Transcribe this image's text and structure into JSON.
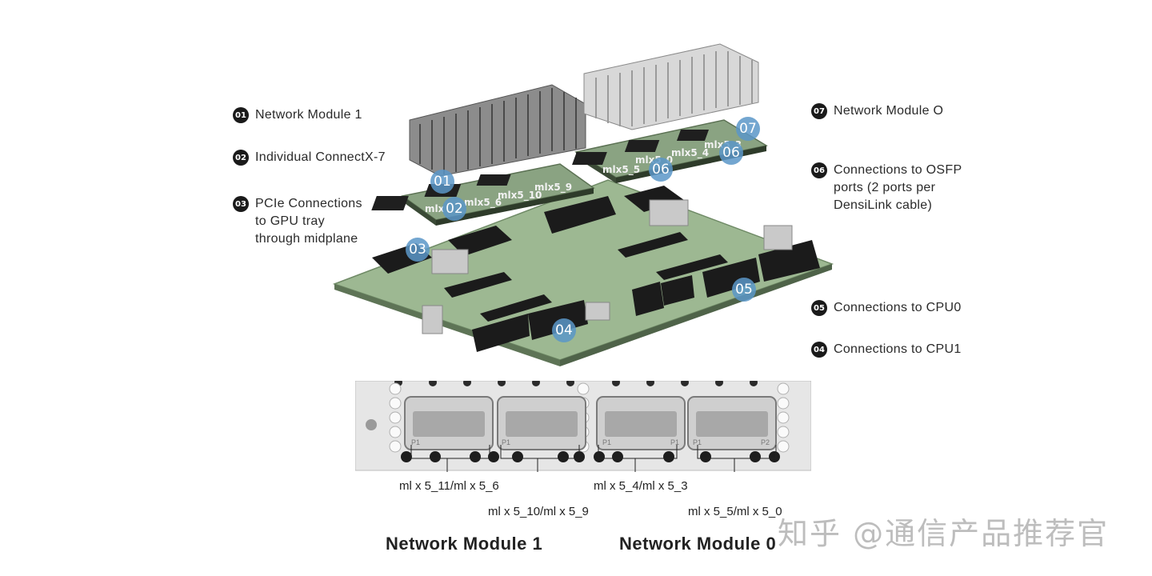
{
  "legend_left": [
    {
      "num": "01",
      "text": "Network Module 1"
    },
    {
      "num": "02",
      "text": "Individual ConnectX-7"
    },
    {
      "num": "03",
      "text": "PCIe Connections\nto GPU tray\nthrough midplane"
    }
  ],
  "legend_right": [
    {
      "num": "07",
      "text": "Network Module O"
    },
    {
      "num": "06",
      "text": "Connections to OSFP\nports (2 ports per\nDensiLink cable)"
    },
    {
      "num": "05",
      "text": "Connections to CPU0"
    },
    {
      "num": "04",
      "text": "Connections to CPU1"
    }
  ],
  "callouts": [
    "01",
    "02",
    "03",
    "04",
    "05",
    "06",
    "06",
    "07"
  ],
  "chip_labels": [
    "mlx5_9",
    "mlx5_10",
    "mlx5_6",
    "mlx",
    "mlx5_0",
    "mlx5_3",
    "mlx5_4",
    "mlx5_5"
  ],
  "port_markings": [
    "P1",
    "P1",
    "P1",
    "P1",
    "P1",
    "P2"
  ],
  "port_labels": {
    "a": "ml x 5_11/ml x 5_6",
    "b": "ml x 5_10/ml x 5_9",
    "c": "ml x 5_4/ml x 5_3",
    "d": "ml x 5_5/ml x 5_0"
  },
  "module_titles": {
    "left": "Network Module 1",
    "right": "Network Module 0"
  },
  "watermark": "知乎 @通信产品推荐官"
}
